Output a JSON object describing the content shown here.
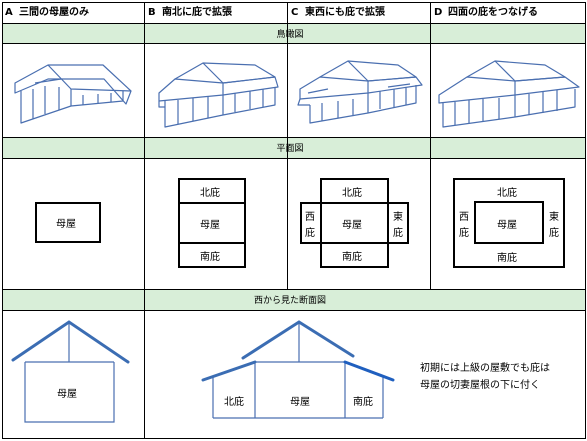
{
  "columns": [
    {
      "letter": "A",
      "title": "三間の母屋のみ"
    },
    {
      "letter": "B",
      "title": "南北に庇で拡張"
    },
    {
      "letter": "C",
      "title": "東西にも庇で拡張"
    },
    {
      "letter": "D",
      "title": "四面の庇をつなげる"
    }
  ],
  "sections": {
    "birdseye": "鳥瞰図",
    "plan": "平面図",
    "section": "西から見た断面図"
  },
  "plan_labels": {
    "moya": "母屋",
    "north": "北庇",
    "south": "南庇",
    "west_1": "西",
    "west_2": "庇",
    "east_1": "東",
    "east_2": "庇",
    "west_d_1": "西",
    "west_d_2": "庇",
    "east_d_1": "東",
    "east_d_2": "庇"
  },
  "section_labels": {
    "moya": "母屋",
    "north": "北庇",
    "south": "南庇"
  },
  "note": {
    "line1": "初期には上級の屋敷でも庇は",
    "line2": "母屋の切妻屋根の下に付く"
  },
  "colors": {
    "band_fill": "#d8eed8",
    "sketch_blue": "#4a6fb0",
    "roof_blue": "#3b6db3",
    "eave_blue": "#1f5fbf"
  }
}
